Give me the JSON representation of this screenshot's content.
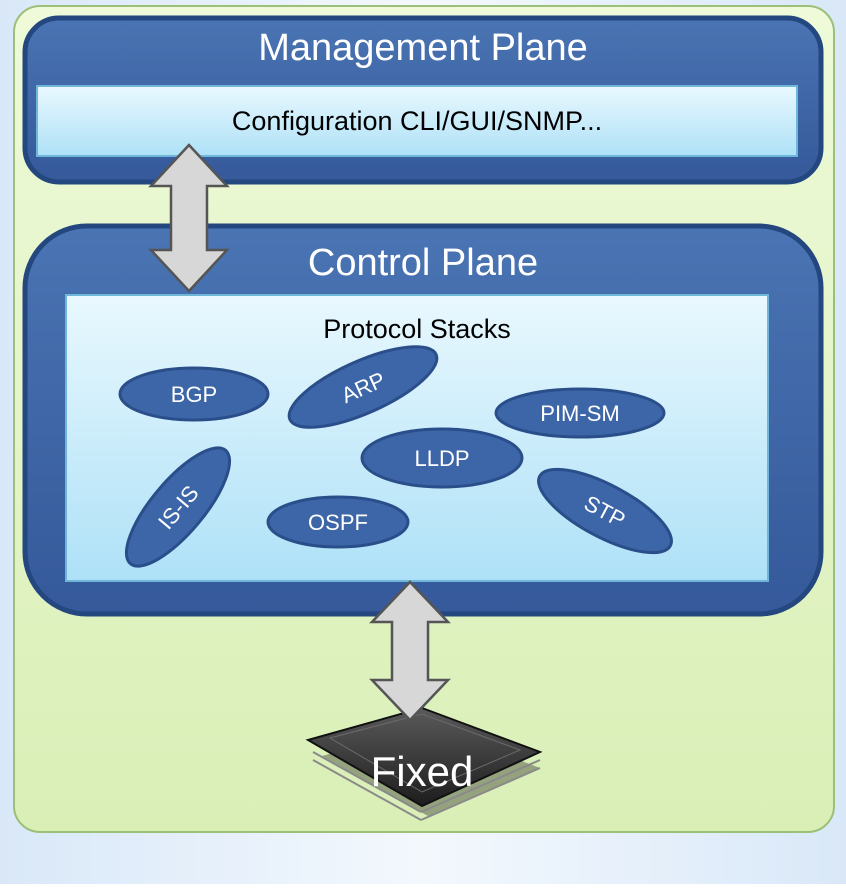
{
  "management_plane": {
    "title": "Management Plane",
    "config_label": "Configuration CLI/GUI/SNMP..."
  },
  "control_plane": {
    "title": "Control Plane",
    "stack_label": "Protocol Stacks",
    "protocols": [
      "BGP",
      "ARP",
      "PIM-SM",
      "LLDP",
      "IS-IS",
      "OSPF",
      "STP"
    ]
  },
  "chip": {
    "label": "Fixed"
  },
  "colors": {
    "outer_fill": "#e3f5c6",
    "outer_border": "#9cc07a",
    "plane_fill": "#3f68a6",
    "plane_border": "#23477e",
    "inner_fill": "#c9ecfb",
    "oval_fill": "#3d66a8",
    "arrow_fill": "#d7d7d7",
    "chip_fill": "#2d2d2d"
  }
}
